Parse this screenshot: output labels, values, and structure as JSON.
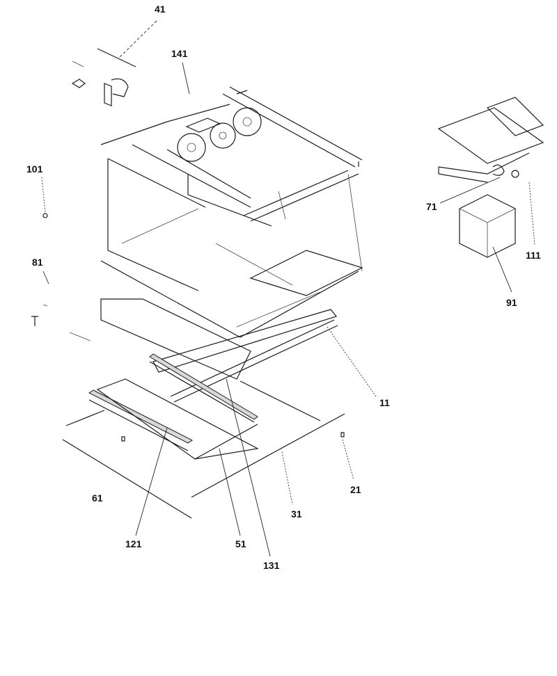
{
  "callouts": {
    "c41": "41",
    "c141": "141",
    "c101": "101",
    "c81": "81",
    "c71": "71",
    "c111": "111",
    "c91": "91",
    "c11": "11",
    "c21": "21",
    "c31": "31",
    "c61": "61",
    "c121": "121",
    "c51": "51",
    "c131": "131"
  }
}
